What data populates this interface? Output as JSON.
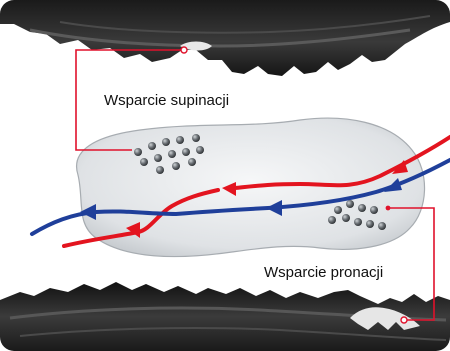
{
  "labels": {
    "supination": "Wsparcie supinacji",
    "pronation": "Wsparcie pronacji"
  },
  "colors": {
    "callout": "#e0112b",
    "blue_arrow": "#1f3f9a",
    "red_arrow": "#e3141f",
    "insole": "#d9dcdf",
    "sole_dark": "#2b2b2b"
  },
  "icons": [
    "shoe-sole-top",
    "shoe-sole-bottom",
    "insole",
    "supination-dots",
    "pronation-dots"
  ]
}
